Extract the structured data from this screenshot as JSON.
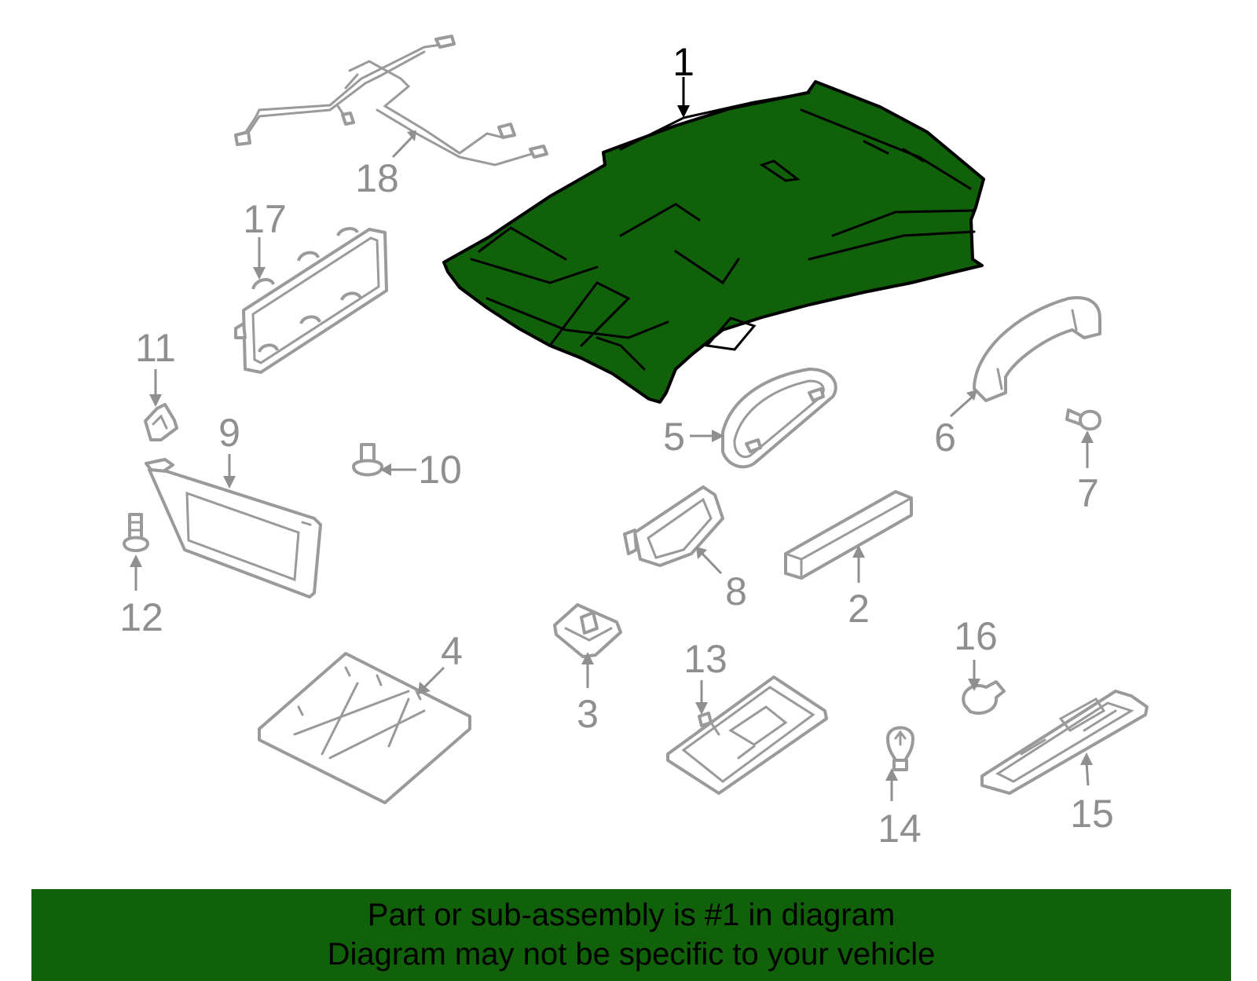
{
  "diagram": {
    "highlighted_part": "1",
    "highlight_color": "#11600a",
    "outline_color": "#9a9a9a",
    "callouts": [
      {
        "id": "c1",
        "label": "1"
      },
      {
        "id": "c2",
        "label": "2"
      },
      {
        "id": "c3",
        "label": "3"
      },
      {
        "id": "c4",
        "label": "4"
      },
      {
        "id": "c5",
        "label": "5"
      },
      {
        "id": "c6",
        "label": "6"
      },
      {
        "id": "c7",
        "label": "7"
      },
      {
        "id": "c8",
        "label": "8"
      },
      {
        "id": "c9",
        "label": "9"
      },
      {
        "id": "c10",
        "label": "10"
      },
      {
        "id": "c11",
        "label": "11"
      },
      {
        "id": "c12",
        "label": "12"
      },
      {
        "id": "c13",
        "label": "13"
      },
      {
        "id": "c14",
        "label": "14"
      },
      {
        "id": "c15",
        "label": "15"
      },
      {
        "id": "c16",
        "label": "16"
      },
      {
        "id": "c17",
        "label": "17"
      },
      {
        "id": "c18",
        "label": "18"
      }
    ]
  },
  "banner": {
    "color": "#11600a",
    "line1": "Part or sub-assembly is #1 in diagram",
    "line2": "Diagram may not be specific to your vehicle"
  }
}
